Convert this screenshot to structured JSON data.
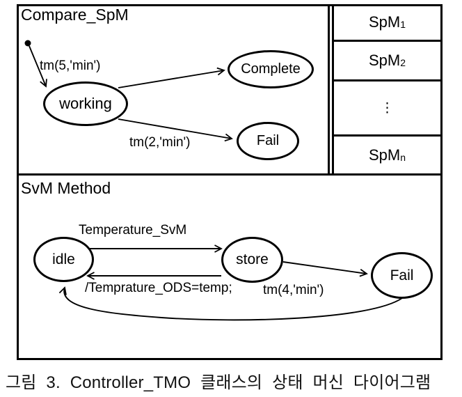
{
  "caption": "그림 3. Controller_TMO 클래스의 상태 머신 다이어그램",
  "compare_box": {
    "title": "Compare_SpM",
    "initial_transition_label": "tm(5,'min')",
    "fail_transition_label": "tm(2,'min')",
    "states": {
      "working": "working",
      "complete": "Complete",
      "fail": "Fail"
    }
  },
  "spm_table": {
    "rows": [
      {
        "main": "SpM",
        "sub": "1"
      },
      {
        "main": "SpM",
        "sub": "2"
      },
      {
        "main": "⋮",
        "sub": ""
      },
      {
        "main": "SpM",
        "sub": "n"
      }
    ]
  },
  "svm_box": {
    "title": "SvM Method",
    "idle_to_store_label": "Temperature_SvM",
    "store_to_idle_label": "/Temprature_ODS=temp;",
    "store_to_fail_label": "tm(4,'min')",
    "states": {
      "idle": "idle",
      "store": "store",
      "fail": "Fail"
    }
  },
  "colors": {
    "ink": "#000000",
    "background": "#ffffff"
  }
}
